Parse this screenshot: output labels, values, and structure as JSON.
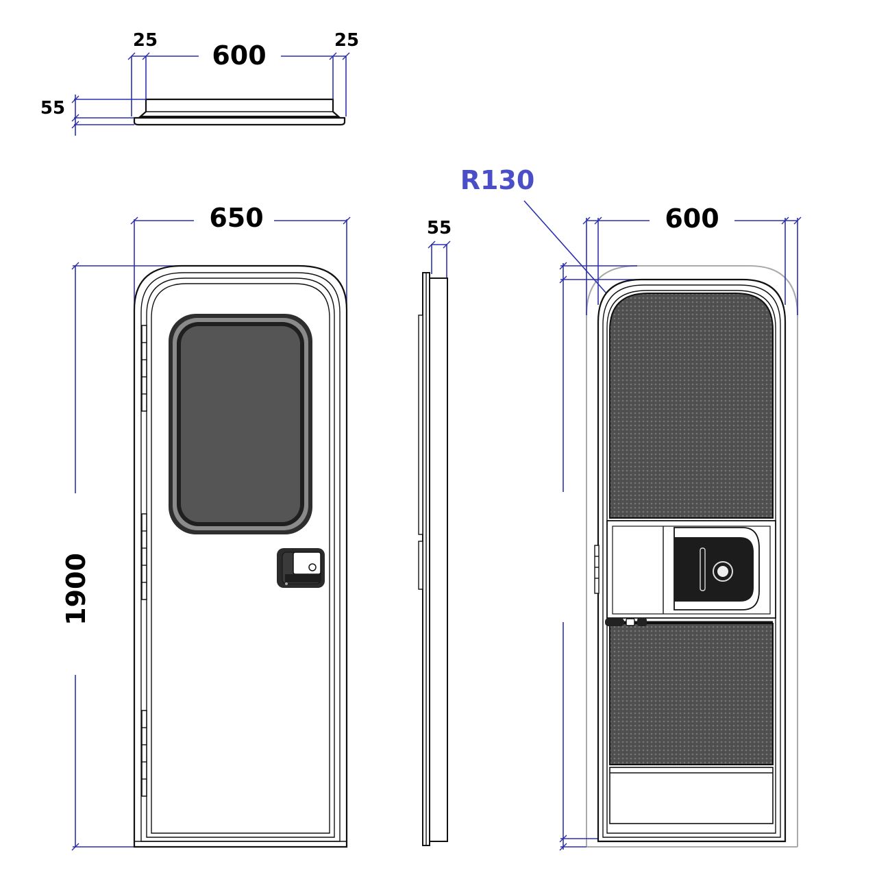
{
  "dimensions": {
    "top_view_left_margin": "25",
    "top_view_width": "600",
    "top_view_right_margin": "25",
    "top_view_depth": "55",
    "front_width": "650",
    "front_height": "1900",
    "side_depth": "55",
    "rear_width": "600",
    "rear_radius": "R130"
  },
  "colors": {
    "dimension_line": "#2a2fb0",
    "radius_label": "#4a4fc8",
    "outline": "#111111",
    "window_glass": "#555555",
    "screen_mesh": "#5a5a5a",
    "ghost_outline": "#a9a9a9"
  }
}
